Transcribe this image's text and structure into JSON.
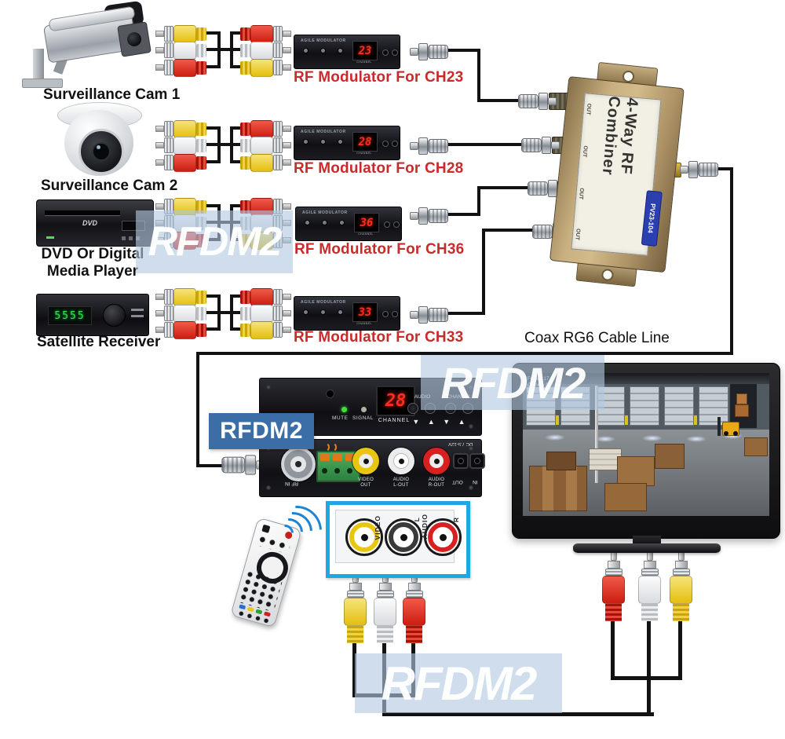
{
  "sources": [
    {
      "label": "Surveillance Cam 1"
    },
    {
      "label": "Surveillance Cam 2"
    },
    {
      "label": "DVD Or Digital\nMedia Player"
    },
    {
      "label": "Satellite Receiver"
    }
  ],
  "dvd_logo": "DVD",
  "sat_display": "5555",
  "mod_channel_caption": "CHANNEL",
  "modulators": [
    {
      "brand": "AGILE MODULATOR",
      "channel": "23",
      "label": "RF Modulator For CH23"
    },
    {
      "brand": "AGILE MODULATOR",
      "channel": "28",
      "label": "RF Modulator For CH28"
    },
    {
      "brand": "AGILE MODULATOR",
      "channel": "36",
      "label": "RF Modulator For CH36"
    },
    {
      "brand": "AGILE MODULATOR",
      "channel": "33",
      "label": "RF Modulator For CH33"
    }
  ],
  "combiner": {
    "title": "4-Way RF Combiner",
    "model": "PV23-104",
    "out_label": "OUT"
  },
  "coax_label": "Coax RG6 Cable Line",
  "watermark": "RFDM2",
  "demodulator": {
    "badge": "RFDM2",
    "display": "28",
    "mute": "MUTE",
    "signal": "SIGNAL",
    "channel_caption": "CHANNEL",
    "audio_group": "AUDIO",
    "channel_group": "CHANNEL",
    "arrows": "▼ ▲ ▼ ▲",
    "rf_in": "RF IN",
    "video_out": "VIDEO\nOUT",
    "audio_l_out": "AUDIO\nL-OUT",
    "audio_r_out": "AUDIO\nR-OUT",
    "dc_rating": "DC 7.5-12V",
    "dc_out": "OUT",
    "dc_in": "IN"
  },
  "tv_input": {
    "video": "VIDEO",
    "l": "L",
    "audio": "AUDIO",
    "r": "R"
  },
  "tv_osd": {
    "line1": "Fri Aug 17",
    "line2": "Camera 17"
  },
  "colors": {
    "accent_red": "#c92b2b",
    "watermark_blue": "#b2c8e0",
    "badge_blue": "#3b6da6",
    "cyan_border": "#1fa7e0"
  }
}
